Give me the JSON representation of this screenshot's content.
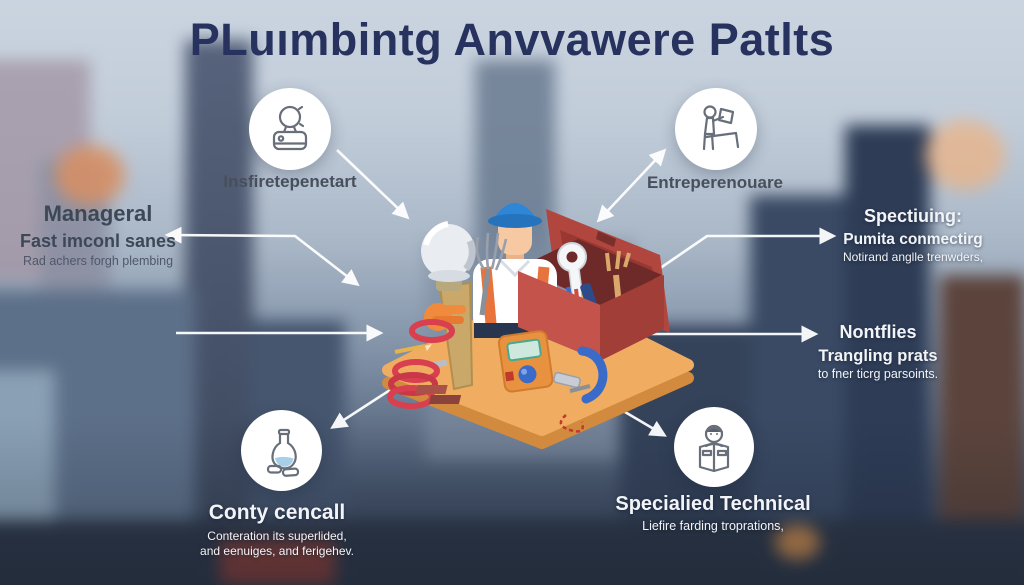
{
  "title": "PLuımbintg Anvvawere Patlts",
  "nodes": {
    "top_left": {
      "label": "Insfiretepenetart",
      "icon": "person-machine-icon"
    },
    "top_right": {
      "label": "Entreperenouare",
      "icon": "person-desk-icon"
    },
    "bottom_left": {
      "label": "Conty cencall",
      "sub1": "Conteration its superlided,",
      "sub2": "and eenuiges, and ferigehev.",
      "icon": "flask-icon"
    },
    "bottom_right": {
      "label": "Specialied Technical",
      "sub1": "Liefire farding troprations,",
      "icon": "person-in-box-icon"
    }
  },
  "side_texts": {
    "left": {
      "line1": "Manageral",
      "line2": "Fast imconl sanes",
      "line3": "Rad achers forgh plembing"
    },
    "right_top": {
      "line1": "Spectiuing:",
      "line2": "Pumita conmectirg",
      "line3": "Notirand anglle trenwders,"
    },
    "right_mid": {
      "line1": "Nontflies",
      "line2": "Trangling prats",
      "line3": "to fner ticrg parsoints."
    }
  },
  "center_illustration": "plumber-toolbox-illustration",
  "colors": {
    "title": "#27325E",
    "arrow": "#FFFFFF",
    "node_circle": "#FFFFFF",
    "toolbox_red": "#C0504A",
    "platform_orange": "#F0AD62",
    "hardhat_blue": "#2E86D6",
    "spring_red": "#D9404F",
    "clamp_blue": "#3A6BC9",
    "label_dark": "#474F5C",
    "label_light": "#F2F4F7"
  }
}
